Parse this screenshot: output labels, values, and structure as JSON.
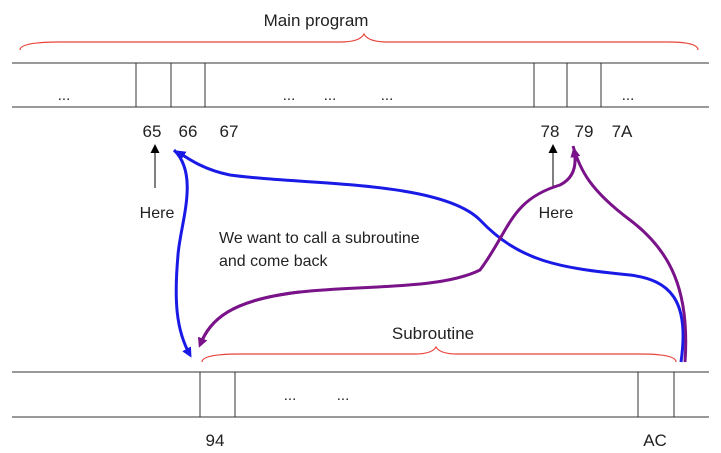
{
  "main_program": {
    "title": "Main program",
    "dots": [
      "...",
      "...",
      "...",
      "...",
      "..."
    ],
    "addresses": [
      "65",
      "66",
      "67",
      "78",
      "79",
      "7A"
    ],
    "here_labels": [
      "Here",
      "Here"
    ]
  },
  "note": {
    "line1": "We want to call a subroutine",
    "line2": "and come back"
  },
  "subroutine": {
    "title": "Subroutine",
    "dots": [
      "...",
      "..."
    ],
    "addresses": [
      "94",
      "AC"
    ]
  },
  "colors": {
    "brace": "#e8443a",
    "call_arrow": "#1a1ae6",
    "return_arrow": "#7a1289",
    "line": "#333333",
    "here_arrow": "#000000"
  }
}
